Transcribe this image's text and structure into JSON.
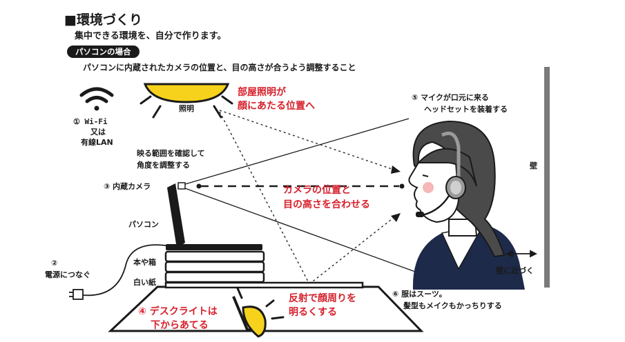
{
  "heading": "■環境づくり",
  "subtitle": "集中できる環境を、自分で作ります。",
  "section_label": "パソコンの場合",
  "instruction": "パソコンに内蔵されたカメラの位置と、目の高さが合うよう調整すること",
  "lighting_label": "照明",
  "lighting_note": [
    "部屋照明が",
    "顔にあたる位置へ"
  ],
  "wifi": {
    "line1": "① Wi-Fi",
    "line2": "又は",
    "line3": "有線LAN"
  },
  "camera_check_note": [
    "映る範囲を確認して",
    "角度を調整する"
  ],
  "camera_label": "③ 内蔵カメラ",
  "eye_level_note": [
    "カメラの位置と",
    "目の高さを合わせる"
  ],
  "pc_label": "パソコン",
  "books_label": "本や箱",
  "paper_label": "白い紙",
  "power_note": [
    "②",
    "電源につなぐ"
  ],
  "desklight_note": [
    "④ デスクライトは",
    "下からあてる"
  ],
  "reflect_note": [
    "反射で顔周りを",
    "明るくする"
  ],
  "headset_note": [
    "⑤ マイクが口元に来る",
    "ヘッドセットを装着する"
  ],
  "wall_label": "壁",
  "near_wall_label": "壁に近づく",
  "clothing_note": [
    "⑥ 服はスーツ。",
    "髪型もメイクもかっちりする"
  ],
  "colors": {
    "accent_red": "#d61f2a",
    "lamp_yellow": "#f6d21c",
    "ink": "#1a1a1a",
    "wall_gray": "#7a7a7a",
    "suit_navy": "#1d2a4a"
  },
  "icons": [
    "wifi-icon",
    "ceiling-light-icon",
    "desk-lamp-icon",
    "plug-icon",
    "laptop-icon",
    "headset-icon",
    "arrow-icon"
  ]
}
